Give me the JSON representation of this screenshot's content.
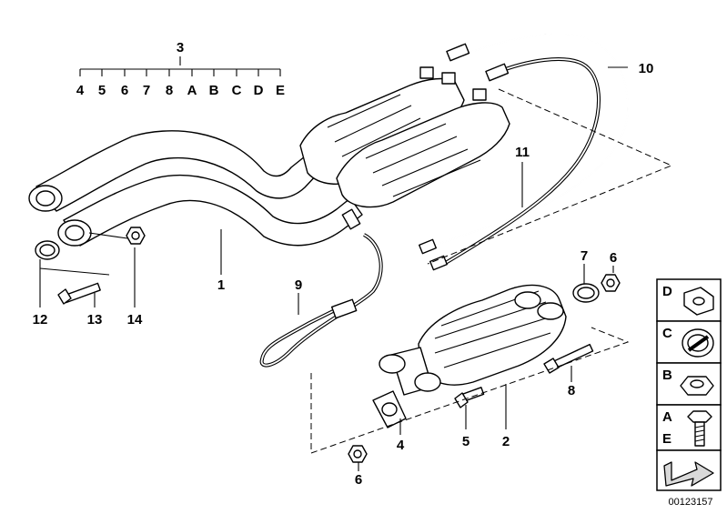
{
  "diagram": {
    "doc_number": "00123157",
    "parts": [
      {
        "id": "1",
        "label": "1"
      },
      {
        "id": "2",
        "label": "2"
      },
      {
        "id": "3",
        "label": "3"
      },
      {
        "id": "4",
        "label": "4"
      },
      {
        "id": "5",
        "label": "5"
      },
      {
        "id": "6",
        "label": "6"
      },
      {
        "id": "7",
        "label": "7"
      },
      {
        "id": "8",
        "label": "8"
      },
      {
        "id": "9",
        "label": "9"
      },
      {
        "id": "10",
        "label": "10"
      },
      {
        "id": "11",
        "label": "11"
      },
      {
        "id": "12",
        "label": "12"
      },
      {
        "id": "13",
        "label": "13"
      },
      {
        "id": "14",
        "label": "14"
      }
    ],
    "kit_items": [
      "4",
      "5",
      "6",
      "7",
      "8",
      "A",
      "B",
      "C",
      "D",
      "E"
    ],
    "second_6_label": "6",
    "second_4_label": "4",
    "sidebar": [
      {
        "letter": "D",
        "icon": "hex-flange-nut-icon"
      },
      {
        "letter": "C",
        "icon": "clamp-ring-icon"
      },
      {
        "letter": "B",
        "icon": "hex-nut-icon"
      },
      {
        "letters": [
          "A",
          "E"
        ],
        "icon": "hex-bolt-icon"
      },
      {
        "letter": "",
        "icon": "arrow-icon"
      }
    ]
  }
}
